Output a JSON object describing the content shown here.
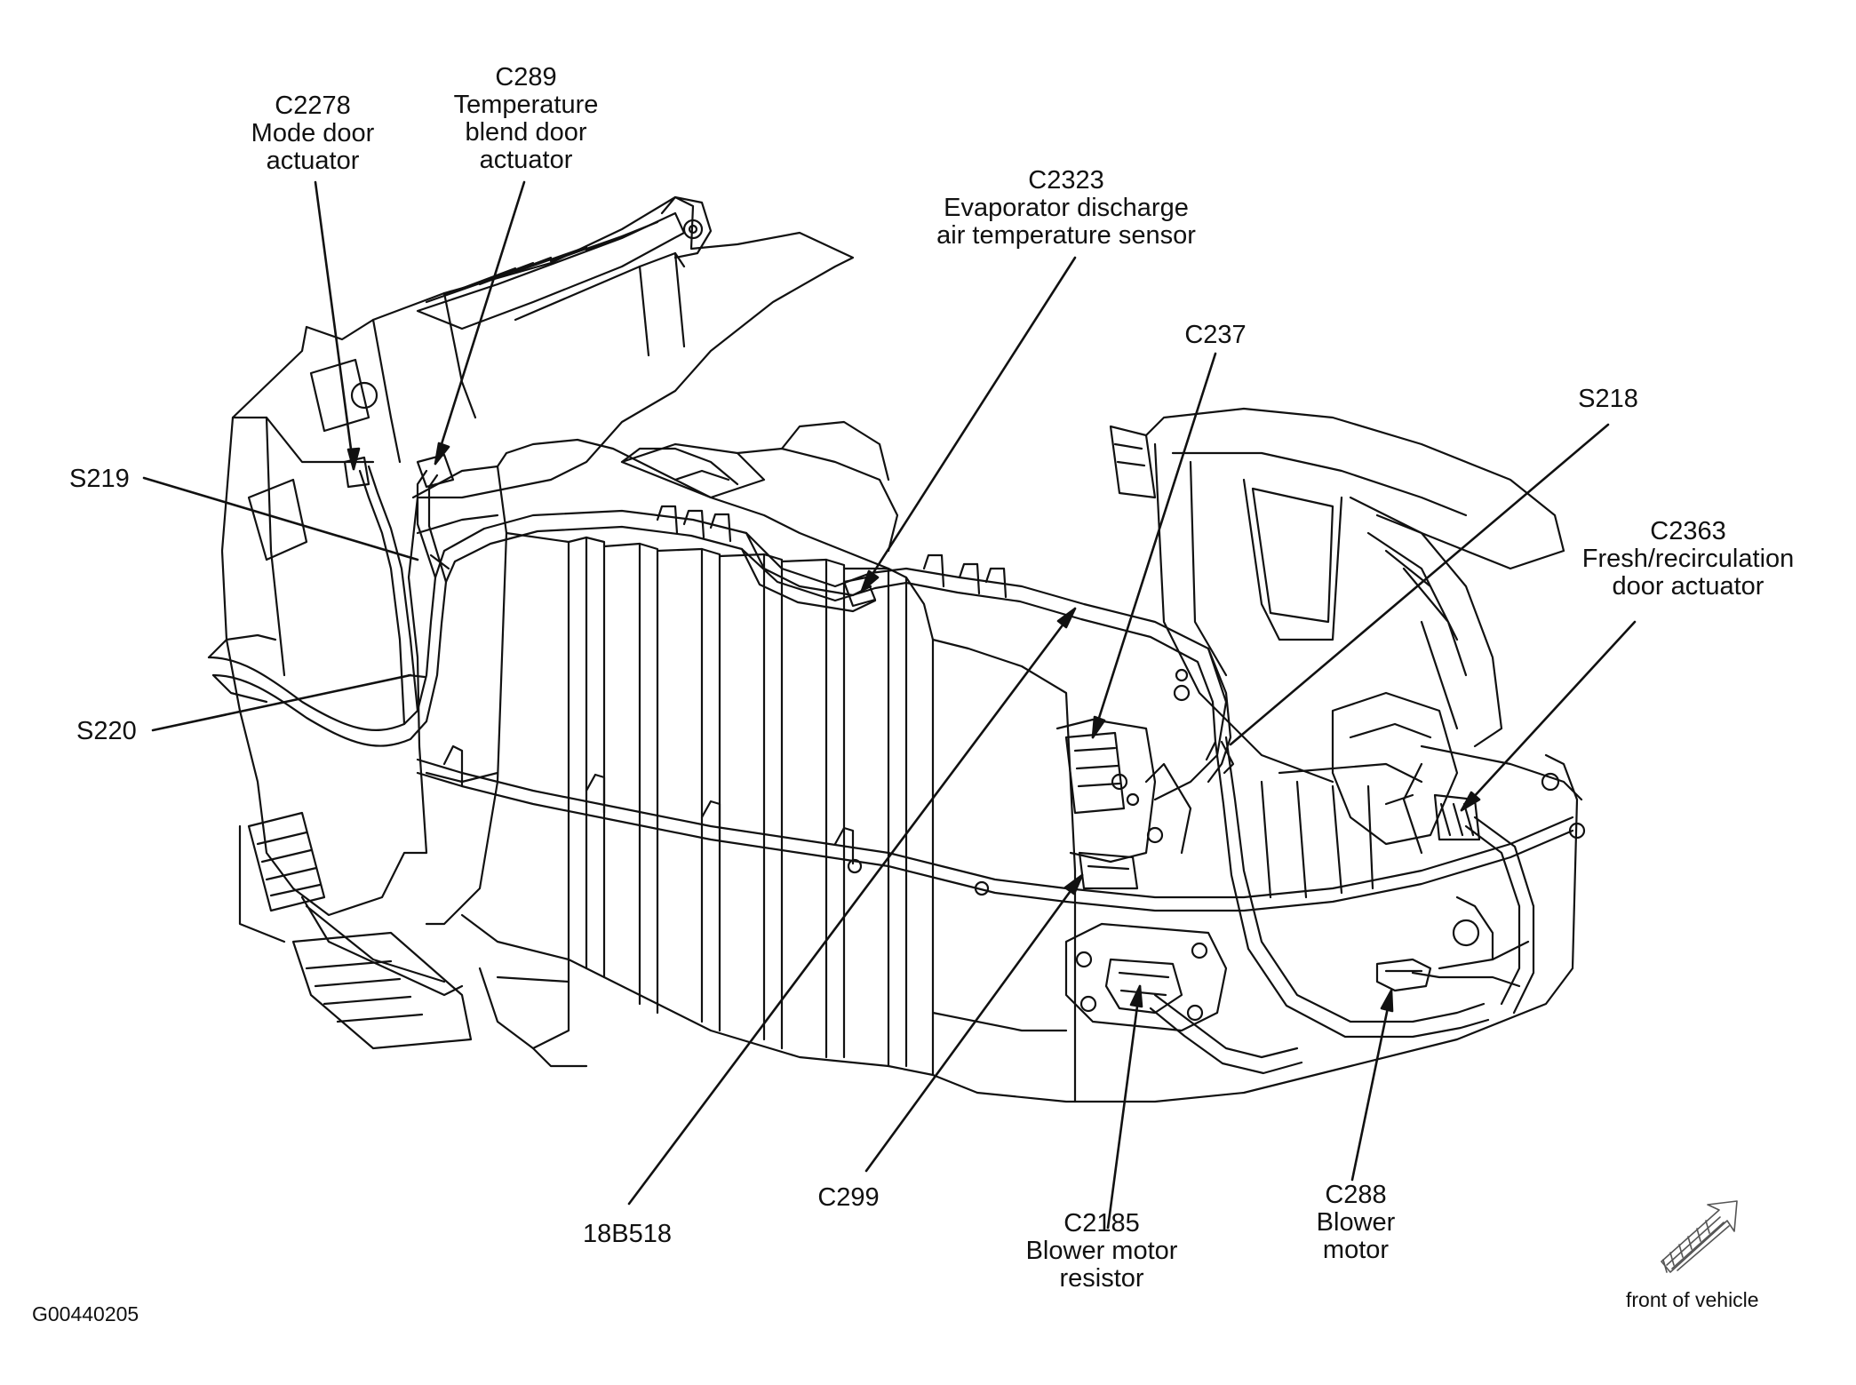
{
  "callouts": [
    {
      "id": "c2278",
      "lines": [
        "C2278",
        "Mode door",
        "actuator"
      ]
    },
    {
      "id": "c289",
      "lines": [
        "C289",
        "Temperature",
        "blend door",
        "actuator"
      ]
    },
    {
      "id": "c2323",
      "lines": [
        "C2323",
        "Evaporator discharge",
        "air temperature sensor"
      ]
    },
    {
      "id": "c237",
      "lines": [
        "C237"
      ]
    },
    {
      "id": "s218",
      "lines": [
        "S218"
      ]
    },
    {
      "id": "c2363",
      "lines": [
        "C2363",
        "Fresh/recirculation",
        "door actuator"
      ]
    },
    {
      "id": "s219",
      "lines": [
        "S219"
      ]
    },
    {
      "id": "s220",
      "lines": [
        "S220"
      ]
    },
    {
      "id": "b18b518",
      "lines": [
        "18B518"
      ]
    },
    {
      "id": "c299",
      "lines": [
        "C299"
      ]
    },
    {
      "id": "c2185",
      "lines": [
        "C2185",
        "Blower motor",
        "resistor"
      ]
    },
    {
      "id": "c288",
      "lines": [
        "C288",
        "Blower",
        "motor"
      ]
    }
  ],
  "figure_id": "G00440205",
  "orientation_label": "front of vehicle",
  "colors": {
    "ink": "#111111",
    "paper": "#ffffff",
    "hatch": "#555555"
  }
}
